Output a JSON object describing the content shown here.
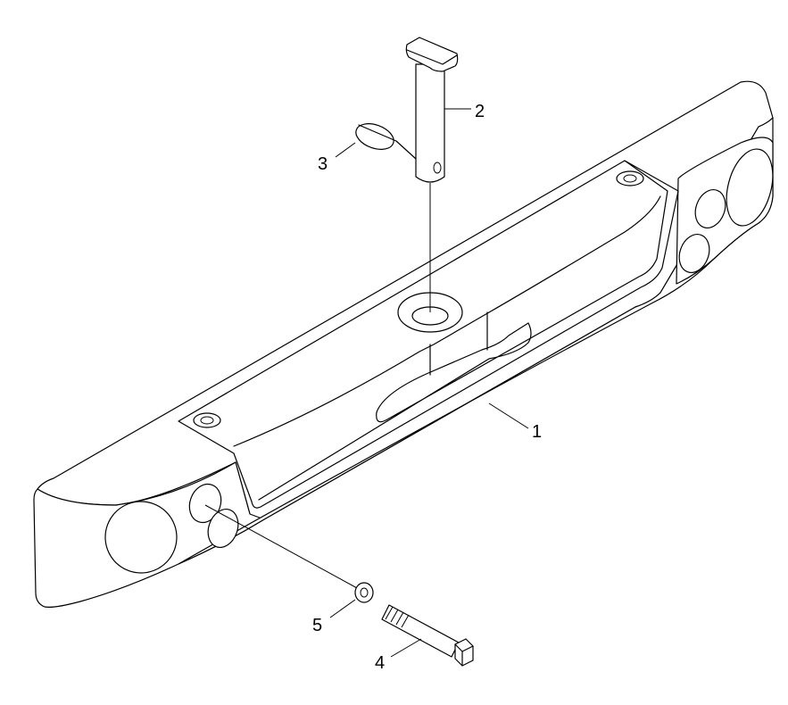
{
  "diagram": {
    "callouts": [
      {
        "id": "1",
        "label": "1",
        "part": "bar"
      },
      {
        "id": "2",
        "label": "2",
        "part": "pin"
      },
      {
        "id": "3",
        "label": "3",
        "part": "clip"
      },
      {
        "id": "4",
        "label": "4",
        "part": "bolt"
      },
      {
        "id": "5",
        "label": "5",
        "part": "washer"
      }
    ]
  }
}
